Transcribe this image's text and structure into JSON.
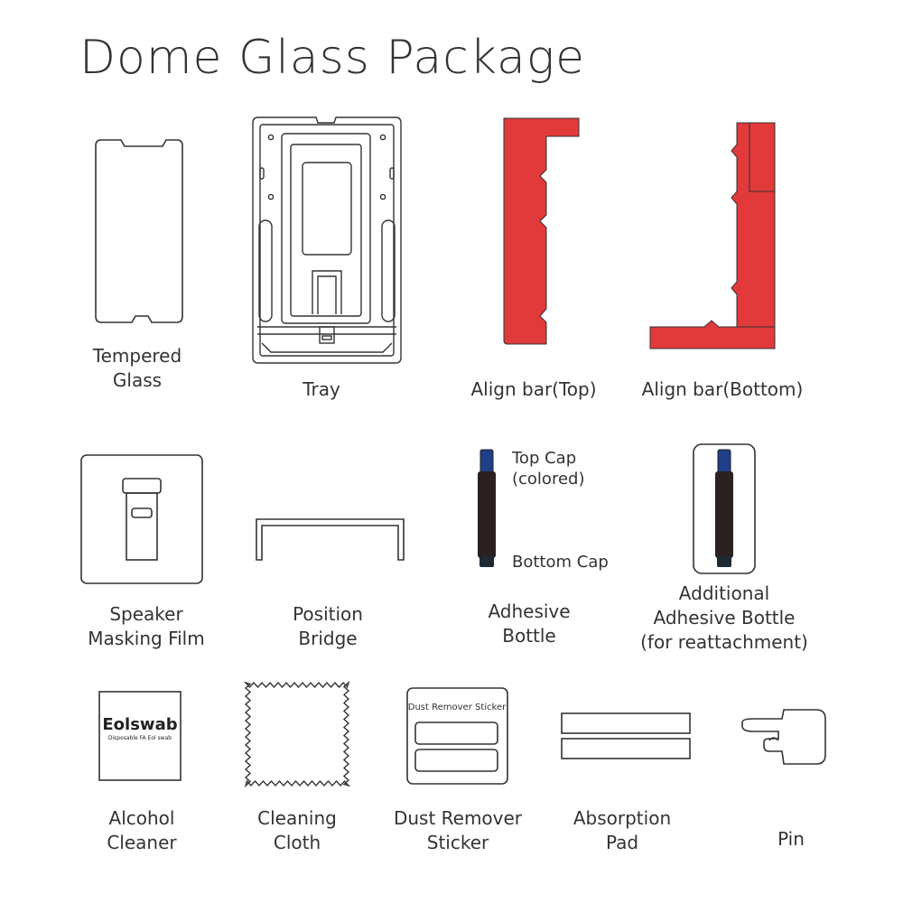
{
  "title": "Dome Glass Package",
  "colors": {
    "outline": "#333333",
    "align_bar": "#e23a3a",
    "bottle_cap": "#1f3f88",
    "bottle_body": "#2a2120"
  },
  "items": {
    "tempered_glass": {
      "label_lines": [
        "Tempered",
        "Glass"
      ]
    },
    "tray": {
      "label_lines": [
        "Tray"
      ]
    },
    "align_bar_top": {
      "label_lines": [
        "Align bar(Top)"
      ]
    },
    "align_bar_bottom": {
      "label_lines": [
        "Align bar(Bottom)"
      ]
    },
    "speaker_masking_film": {
      "label_lines": [
        "Speaker",
        "Masking Film"
      ]
    },
    "position_bridge": {
      "label_lines": [
        "Position",
        "Bridge"
      ]
    },
    "adhesive_bottle": {
      "label_lines": [
        "Adhesive",
        "Bottle"
      ],
      "top_cap_lines": [
        "Top Cap",
        "(colored)"
      ],
      "bottom_cap": "Bottom Cap"
    },
    "additional_adhesive_bottle": {
      "label_lines": [
        "Additional",
        "Adhesive Bottle",
        "(for reattachment)"
      ]
    },
    "alcohol_cleaner": {
      "label_lines": [
        "Alcohol",
        "Cleaner"
      ],
      "brand": "Eolswab",
      "subtext": "Disposable FA Eol swab"
    },
    "cleaning_cloth": {
      "label_lines": [
        "Cleaning",
        "Cloth"
      ]
    },
    "dust_remover_sticker": {
      "label_lines": [
        "Dust Remover",
        "Sticker"
      ],
      "pack_text": "Dust Remover Sticker"
    },
    "absorption_pad": {
      "label_lines": [
        "Absorption",
        "Pad"
      ]
    },
    "pin": {
      "label_lines": [
        "Pin"
      ]
    }
  }
}
